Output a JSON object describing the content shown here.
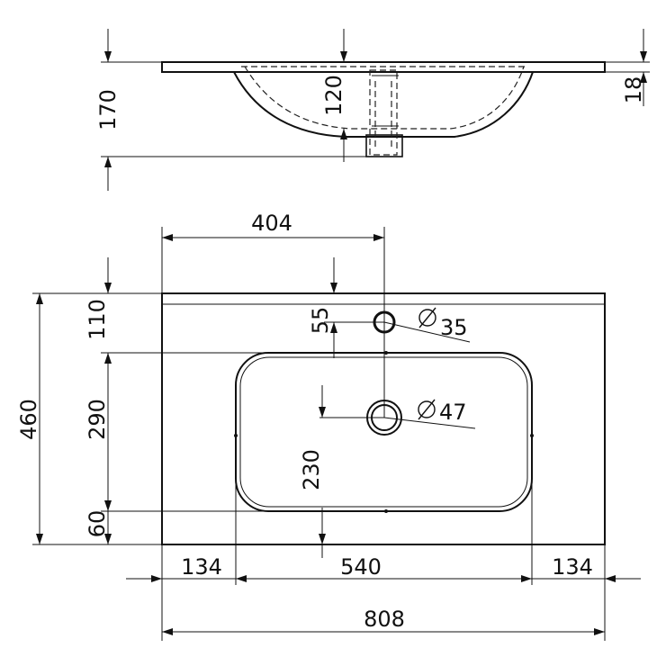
{
  "diagram": {
    "type": "technical-drawing",
    "views": [
      "side-section",
      "top-plan"
    ],
    "dimensions": {
      "side_height_total": "170",
      "side_basin_depth": "120",
      "side_top_thickness": "18",
      "top_tap_offset_x": "404",
      "top_tap_offset_y": "55",
      "top_tap_hole": "35",
      "top_drain_hole": "47",
      "top_depth_total": "460",
      "top_back_margin": "110",
      "top_basin_depth": "290",
      "top_front_margin": "60",
      "top_drain_offset": "230",
      "top_left_margin": "134",
      "top_basin_width": "540",
      "top_right_margin": "134",
      "top_width_total": "808"
    },
    "colors": {
      "line": "#111111",
      "background": "#ffffff"
    }
  }
}
